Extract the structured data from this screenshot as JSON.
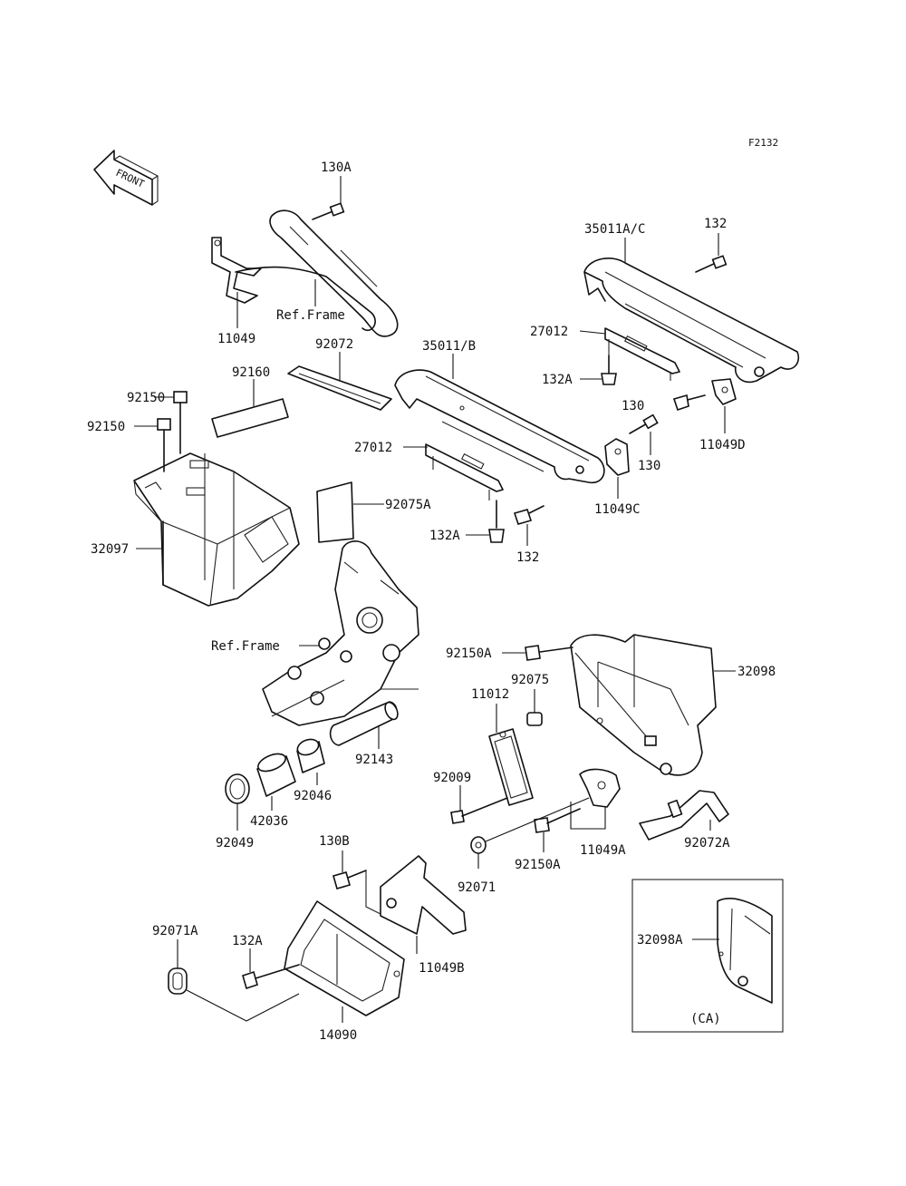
{
  "figure_code": "F2132",
  "front_arrow": "FRONT",
  "inset_label": "(CA)",
  "labels": {
    "l130A": "130A",
    "l11049": "11049",
    "lRefFrame1": "Ref.Frame",
    "l35011AC": "35011A/C",
    "l132a": "132",
    "l27012a": "27012",
    "l132Aa": "132A",
    "l130a": "130",
    "l11049D": "11049D",
    "l92072": "92072",
    "l35011B": "35011/B",
    "l92160": "92160",
    "l92150a": "92150",
    "l92150b": "92150",
    "l27012b": "27012",
    "l130b": "130",
    "l11049C": "11049C",
    "l92075A": "92075A",
    "l132Ab": "132A",
    "l132b": "132",
    "l32097": "32097",
    "lRefFrame2": "Ref.Frame",
    "l92150A1": "92150A",
    "l32098": "32098",
    "l92075": "92075",
    "l11012": "11012",
    "l92143": "92143",
    "l92046": "92046",
    "l92009": "92009",
    "l42036": "42036",
    "l92049": "92049",
    "l11049A": "11049A",
    "l92072A": "92072A",
    "l92150A2": "92150A",
    "l92071": "92071",
    "l130B": "130B",
    "l92071A": "92071A",
    "l132Ac": "132A",
    "l11049B": "11049B",
    "l14090": "14090",
    "l32098A": "32098A"
  }
}
